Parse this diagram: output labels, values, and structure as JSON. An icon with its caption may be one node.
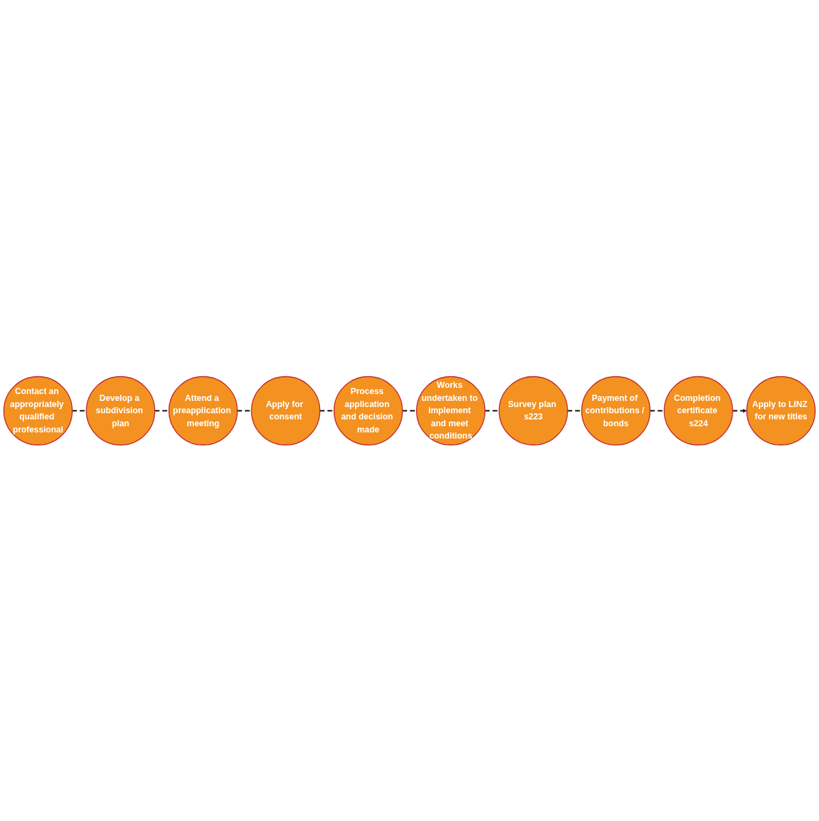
{
  "diagram": {
    "nodes": [
      {
        "text": [
          "Contact an appropriately qualified professional"
        ]
      },
      {
        "text": [
          "Develop a subdivision plan"
        ]
      },
      {
        "text": [
          "Attend a preapplication meeting"
        ]
      },
      {
        "text": [
          "Apply for consent"
        ]
      },
      {
        "text": [
          "Process application and decision made"
        ]
      },
      {
        "text": [
          "Works undertaken to implement and meet conditions"
        ]
      },
      {
        "text": [
          "Survey plan s223"
        ]
      },
      {
        "text": [
          "Payment of contributions / bonds"
        ]
      },
      {
        "text": [
          "Completion certificate s224"
        ]
      },
      {
        "text": [
          "Apply to LINZ for new titles"
        ]
      }
    ],
    "edges": [
      {
        "from": 0,
        "to": 1,
        "arrow": "none",
        "style": "dashed"
      },
      {
        "from": 1,
        "to": 2,
        "arrow": "none",
        "style": "dashed"
      },
      {
        "from": 2,
        "to": 3,
        "arrow": "none",
        "style": "dashed"
      },
      {
        "from": 3,
        "to": 4,
        "arrow": "none",
        "style": "dashed"
      },
      {
        "from": 4,
        "to": 5,
        "arrow": "none",
        "style": "dashed"
      },
      {
        "from": 5,
        "to": 6,
        "arrow": "none",
        "style": "dashed"
      },
      {
        "from": 6,
        "to": 7,
        "arrow": "none",
        "style": "dashed"
      },
      {
        "from": 7,
        "to": 8,
        "arrow": "none",
        "style": "dashed"
      },
      {
        "from": 8,
        "to": 9,
        "arrow": "to",
        "style": "dashed"
      }
    ]
  }
}
